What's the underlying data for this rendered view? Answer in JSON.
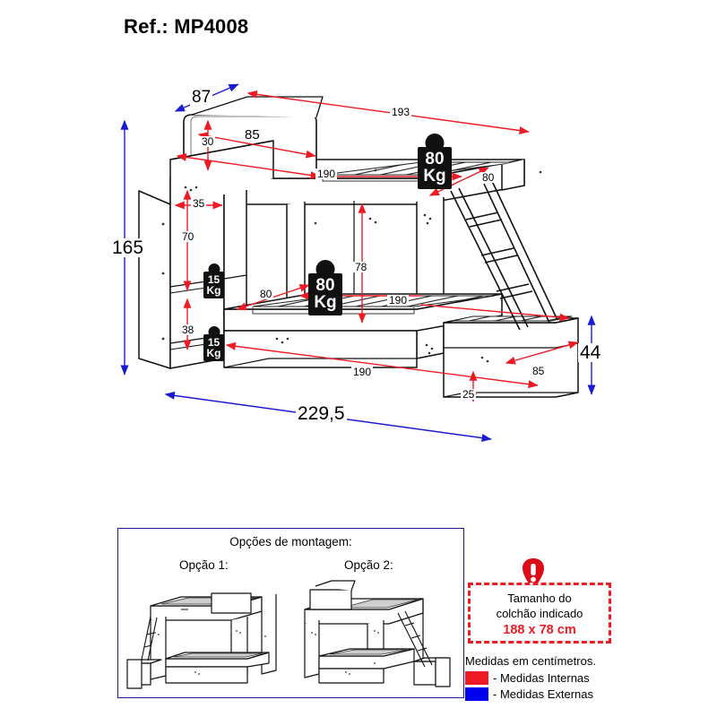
{
  "title": "Ref.: MP4008",
  "colors": {
    "internal": "#ee1b24",
    "external": "#1a1ad0",
    "outline": "#111111",
    "badge_bg": "#111111"
  },
  "dimensions": {
    "depth_top_external": "87",
    "rail_height": "30",
    "rail_length": "85",
    "top_bed_external_length": "193",
    "top_bed_internal_length": "190",
    "top_bed_width": "80",
    "total_height_external": "165",
    "shelf_width": "35",
    "upper_compartment_height": "70",
    "lower_compartment_height": "38",
    "lower_bed_clearance": "78",
    "lower_bed_width": "80",
    "lower_bed_internal_length": "190",
    "base_internal_length": "190",
    "base_step": "25",
    "trundle_width": "85",
    "trundle_height_external": "44",
    "total_length_external": "229,5"
  },
  "weight_badges": [
    {
      "id": "top-bed",
      "value": "80",
      "unit": "Kg"
    },
    {
      "id": "lower-bed",
      "value": "80",
      "unit": "Kg"
    },
    {
      "id": "upper-shelf",
      "value": "15",
      "unit": "Kg"
    },
    {
      "id": "lower-shelf",
      "value": "15",
      "unit": "Kg"
    }
  ],
  "options_panel": {
    "title": "Opções de montagem:",
    "options": [
      {
        "label": "Opção 1:"
      },
      {
        "label": "Opção 2:"
      }
    ]
  },
  "mattress_note": {
    "icon": "exclamation-icon",
    "line1": "Tamanho do",
    "line2": "colchão indicado",
    "size": "188 x 78 cm"
  },
  "legend": {
    "units": "Medidas em centímetros.",
    "items": [
      {
        "swatch": "#ee1b24",
        "label": "- Medidas Internas"
      },
      {
        "swatch": "#0000ee",
        "label": "- Medidas Externas"
      }
    ]
  }
}
